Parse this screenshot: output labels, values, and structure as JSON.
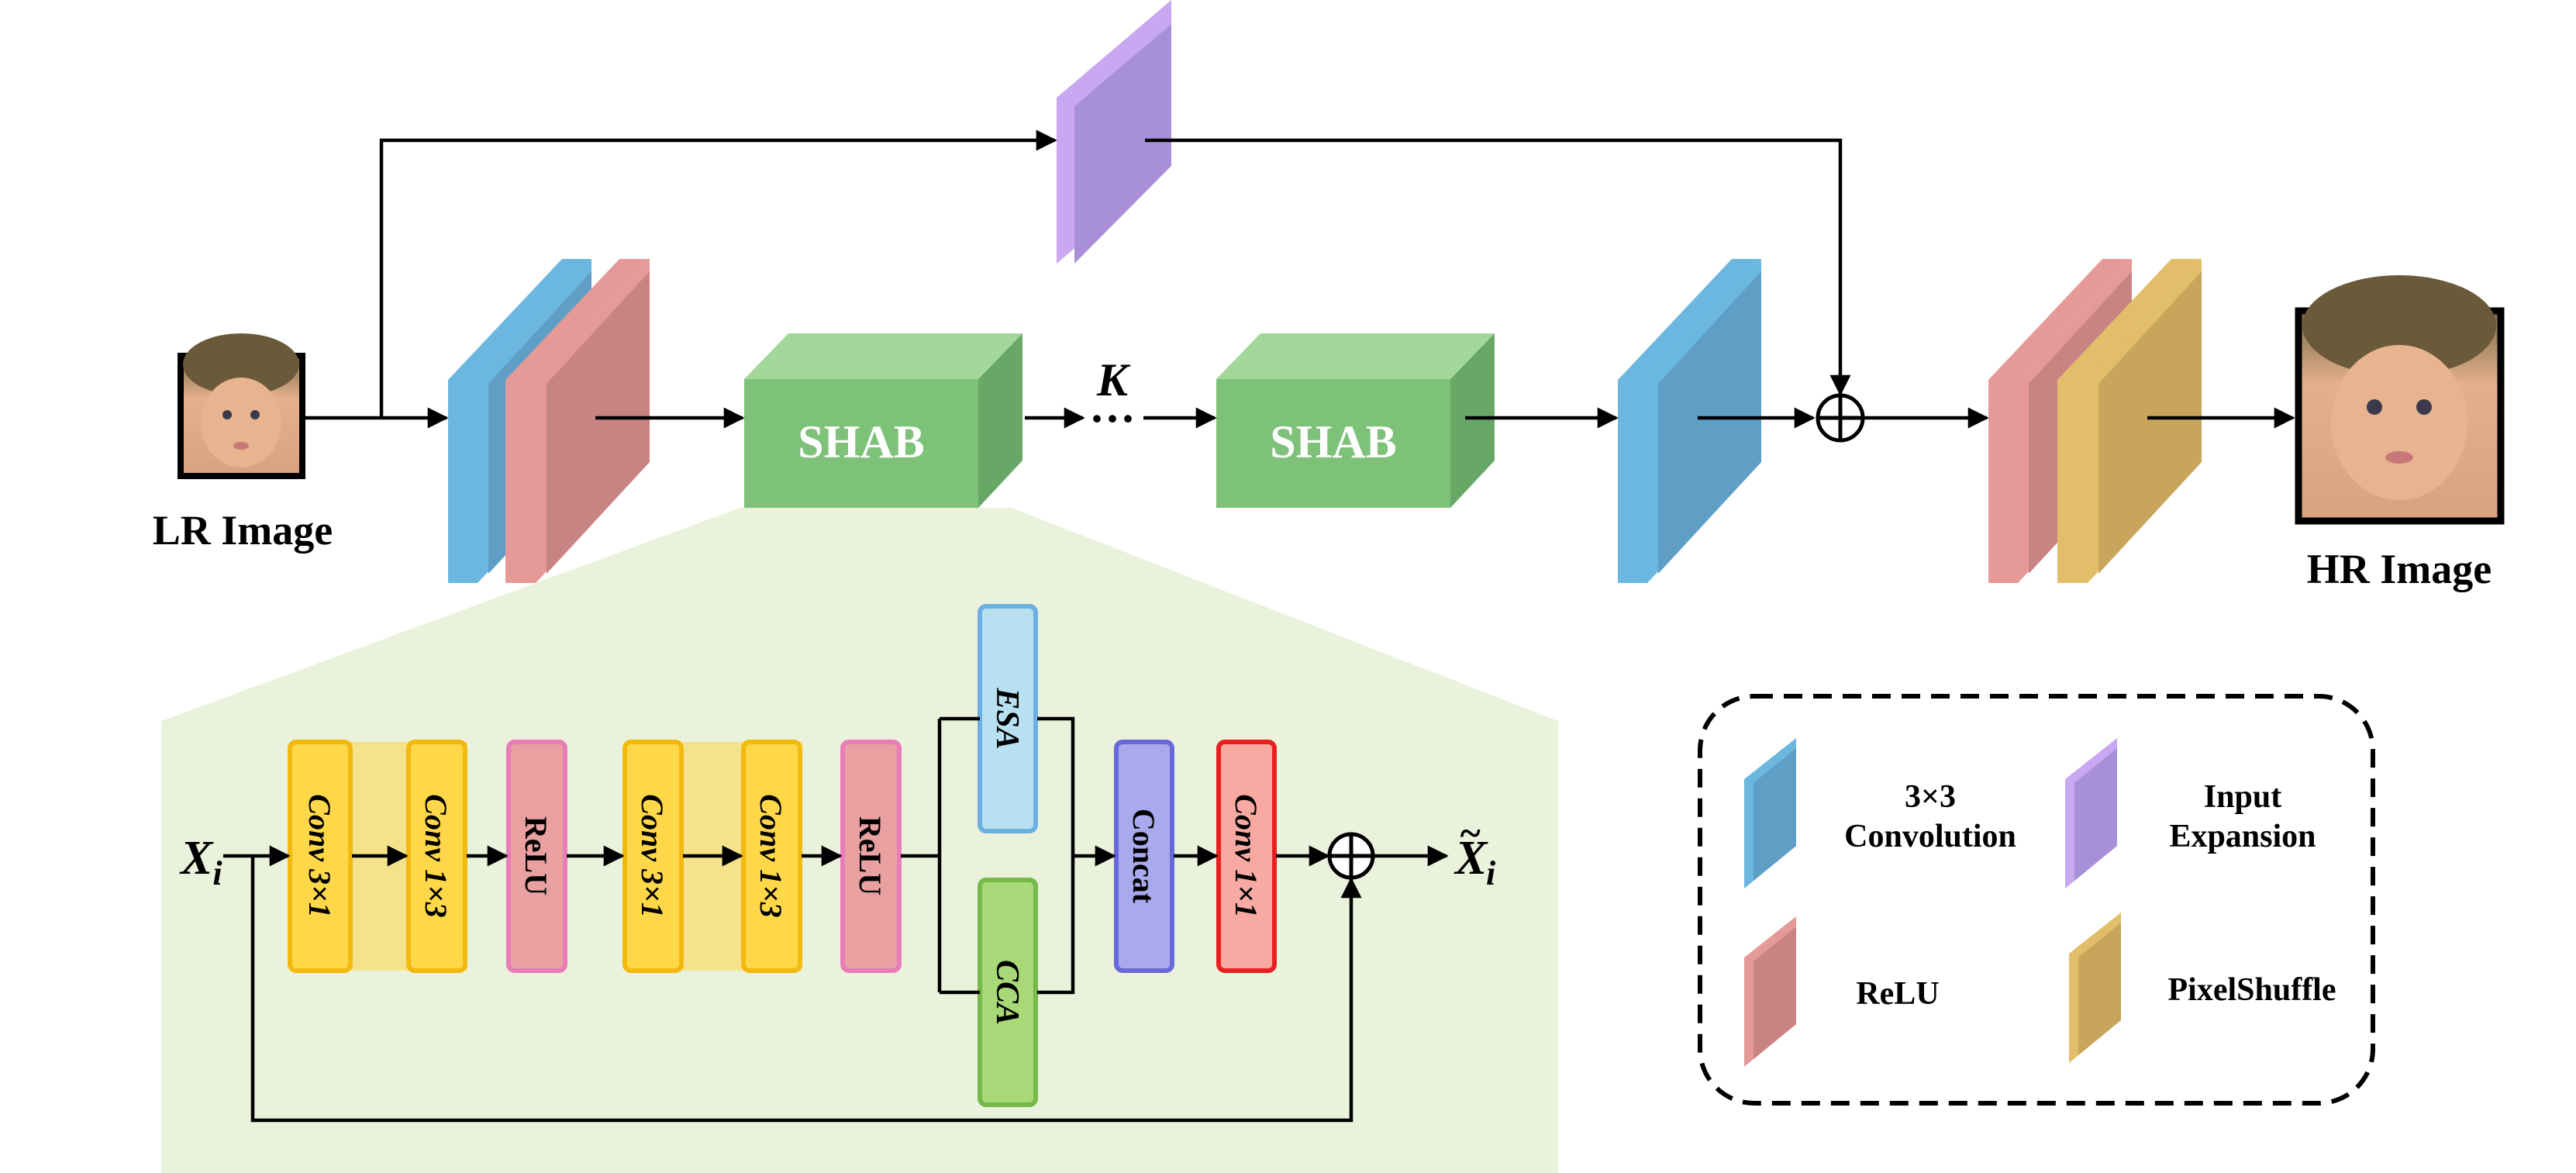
{
  "inputs": {
    "lr_label": "LR Image",
    "hr_label": "HR Image"
  },
  "blocks": {
    "shab_1": "SHAB",
    "shab_2": "SHAB",
    "repeat_symbol": "K",
    "ellipsis": "···"
  },
  "detail": {
    "input_var": "X",
    "input_sub": "i",
    "output_var": "X",
    "output_tilde": "~",
    "output_sub": "i",
    "layers": [
      "Conv 3×1",
      "Conv 1×3",
      "ReLU",
      "Conv 3×1",
      "Conv 1×3",
      "ReLU",
      "Concat",
      "Conv 1×1"
    ],
    "branches": [
      "ESA",
      "CCA"
    ],
    "colors": {
      "conv_yellow": "#FFD84A",
      "relu_pink": "#E8A0A0",
      "esa_blue": "#B8E0F0",
      "cca_green": "#A8D878",
      "concat_purple": "#A9A9EE",
      "conv1x1_red": "#F7A9A2",
      "panel_bg": "#EBF2DC"
    }
  },
  "legend": {
    "items": [
      {
        "label_line1": "3×3",
        "label_line2": "Convolution",
        "color": "#6BB7DF",
        "icon": "conv3x3-icon"
      },
      {
        "label_line1": "Input",
        "label_line2": "Expansion",
        "color": "#C8A8F0",
        "icon": "input-expansion-icon"
      },
      {
        "label_line1": "ReLU",
        "label_line2": "",
        "color": "#E69A98",
        "icon": "relu-icon"
      },
      {
        "label_line1": "PixelShuffle",
        "label_line2": "",
        "color": "#E3BE6A",
        "icon": "pixelshuffle-icon"
      }
    ]
  }
}
